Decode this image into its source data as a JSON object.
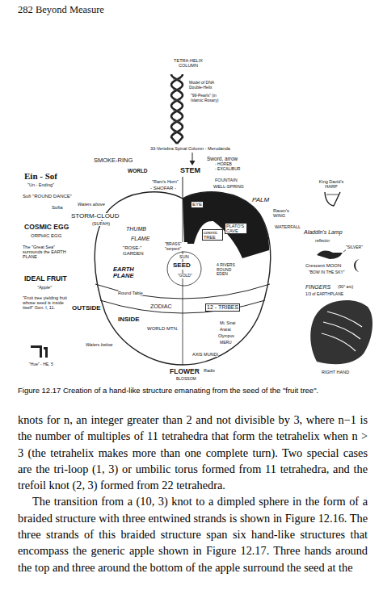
{
  "diagram": {
    "caption": "Figure 12.17 Creation of a hand-like structure emanating from the seed of the \"fruit tree\".",
    "labels": [
      "282 Beyond Measure",
      "TETRA-HELIX COLUMN",
      "Model of DNA Double-Helix",
      "\"99-Pearls\" (in Islamic Rosary)",
      "33-Vertebra Spinal Column - Merudanda",
      "Sword, arrow",
      "- HOREB",
      "- EXCALIBUR",
      "SMOKE-RING",
      "STEM",
      "WORLD",
      "Ein - Sof",
      "\"Un - Ending\"",
      "Sufi \"ROUND DANCE\"",
      "\"Ram's Horn\"",
      "- SHOFAR -",
      "FOUNTAIN",
      "WELL-SPRING",
      "PALM",
      "King David's HARP",
      "Waters above",
      "Sofia",
      "EYE",
      "STORM-CLOUD",
      "(SUFAH)",
      "Raven's WING",
      "WATERFALL",
      "COSMIC EGG",
      "ORPHIC EGG",
      "THUMB",
      "FLAME",
      "PLATO'S CAVE",
      "cosmic TREE",
      "Aladdin's Lamp",
      "reflector",
      "\"SILVER\"",
      "The \"Great Sea\" surrounds the EARTH PLANE",
      "\"ROSE-\" GARDEN",
      "\"BRASS\" \"serpent\"",
      "EARTH PLANE",
      "SUN",
      "SEED",
      "\"GOLD\"",
      "4 RIVERS ROUND EDEN",
      "Crescent MOON",
      "\"BOW IN THE SKY\"",
      "FINGERS",
      "(90° arc)",
      "1/3 of EARTHPLANE",
      "IDEAL FRUIT",
      "\"Apple\"",
      "Round Table",
      "ZODIAC",
      "12 - TRIBES",
      "\"Fruit tree yielding fruit whose seed is inside itself\" Gen. I, 11.",
      "OUTSIDE",
      "INSIDE",
      "WORLD MTN.",
      "Mt. Sinai",
      "Ararat",
      "Olympus",
      "MERU",
      "Waters below",
      "\"Hue\" - HE, 5",
      "AXIS MUNDI",
      "Radix",
      "FLOWER",
      "BLOSSOM",
      "RIGHT HAND",
      "knots for n, an integer greater than 2 and not divisible by 3, where n−1 is the number of multiples of 11 tetrahedra that form the tetrahelix when n > 3 (the tetrahelix makes more than one complete turn). Two special cases are the tri-loop (1, 3) or umbilic torus formed from 11 tetrahedra, and the trefoil knot (2, 3) formed from 22 tetrahedra.",
      "The transition from a (10, 3) knot to a dimpled sphere in the form of a braided structure with three entwined strands is shown in Figure 12.16. The three strands of this braided structure span six hand-like structures that encompass the generic apple shown in Figure 12.17. Three hands around the top and three around the bottom of the apple surround the seed at the"
    ]
  }
}
